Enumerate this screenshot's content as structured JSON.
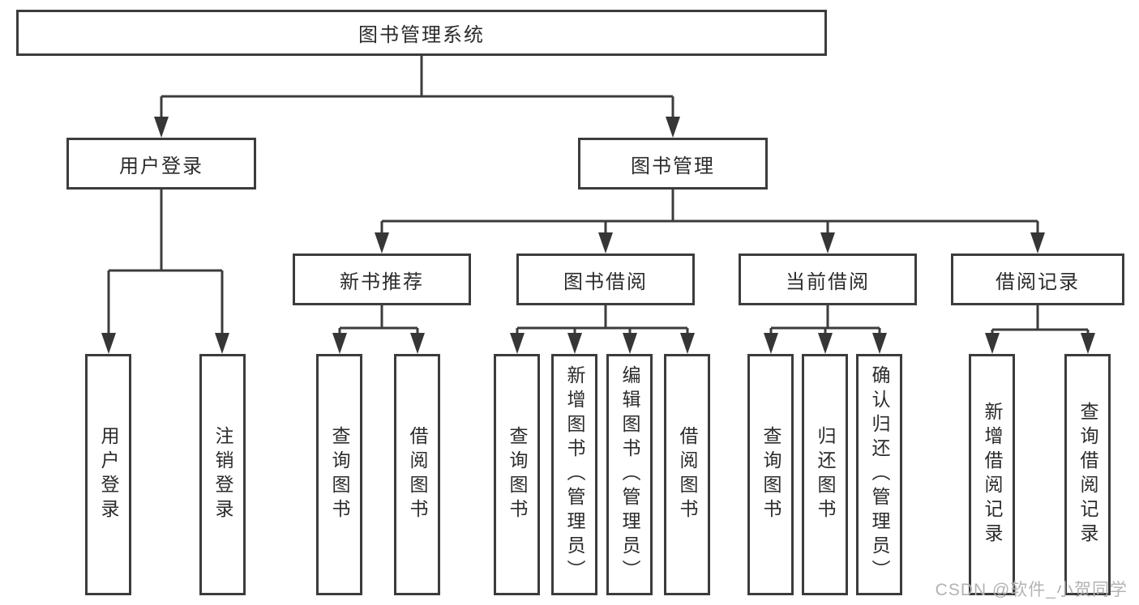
{
  "tree": {
    "root": "图书管理系统",
    "branches": [
      {
        "label": "用户登录",
        "children": [
          "用户登录",
          "注销登录"
        ]
      },
      {
        "label": "图书管理",
        "sections": [
          {
            "label": "新书推荐",
            "children": [
              "查询图书",
              "借阅图书"
            ]
          },
          {
            "label": "图书借阅",
            "children": [
              "查询图书",
              "新增图书（管理员）",
              "编辑图书（管理员）",
              "借阅图书"
            ]
          },
          {
            "label": "当前借阅",
            "children": [
              "查询图书",
              "归还图书",
              "确认归还（管理员）"
            ]
          },
          {
            "label": "借阅记录",
            "children": [
              "新增借阅记录",
              "查询借阅记录"
            ]
          }
        ]
      }
    ]
  },
  "watermark": {
    "text": "CSDN @软件_小贺同学"
  },
  "colors": {
    "line": "#3c3c3c",
    "arrow": "#363636",
    "text": "#2b2b2b",
    "watermark": "#b3b3b3",
    "background": "#ffffff"
  }
}
